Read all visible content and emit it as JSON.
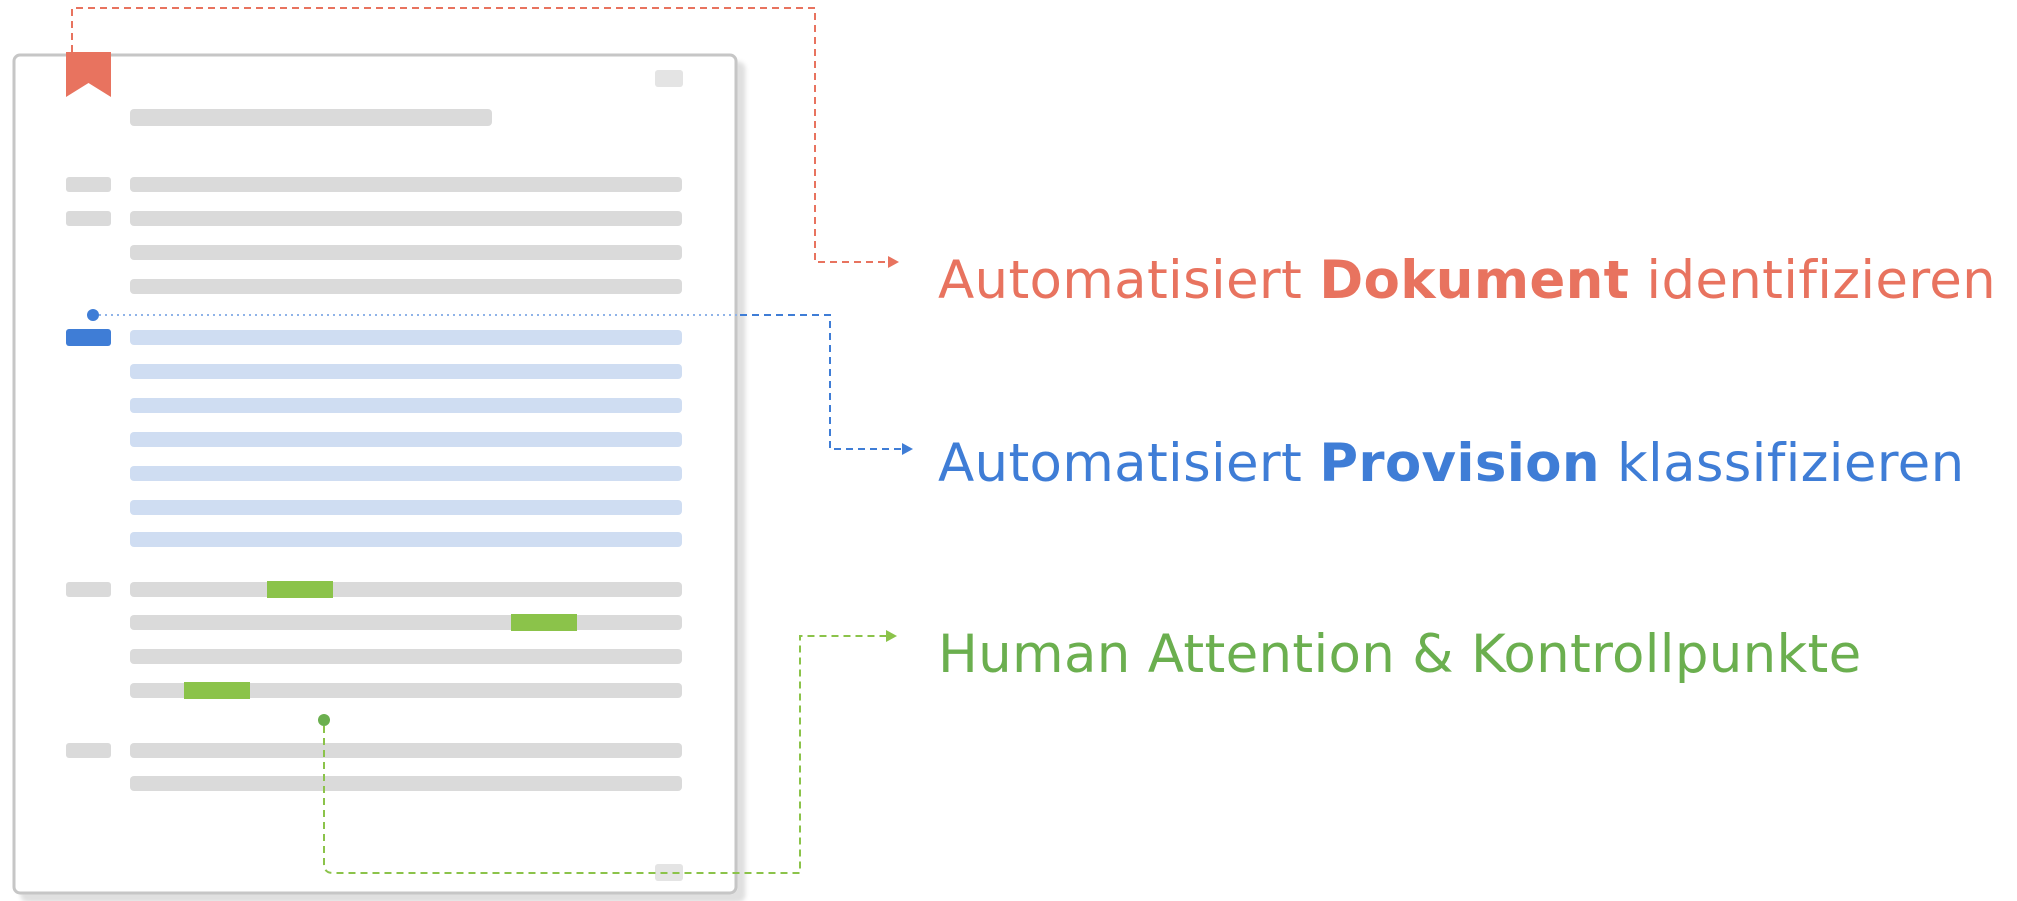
{
  "colors": {
    "orange": "#E8735F",
    "blue": "#3F7DD6",
    "blue_light": "#CFDDF2",
    "green": "#6BAF4F",
    "green_bar": "#8BC34A",
    "gray_line": "#DADADA",
    "page_border": "#C8C8C8"
  },
  "icons": {
    "bookmark": "bookmark-icon"
  },
  "labels": {
    "document": {
      "pre": "Automatisiert ",
      "bold": "Dokument",
      "post": " identifizieren"
    },
    "provision": {
      "pre": "Automatisiert ",
      "bold": "Provision",
      "post": " klassifizieren"
    },
    "human": {
      "text": "Human Attention & Kontrollpunkte"
    }
  }
}
